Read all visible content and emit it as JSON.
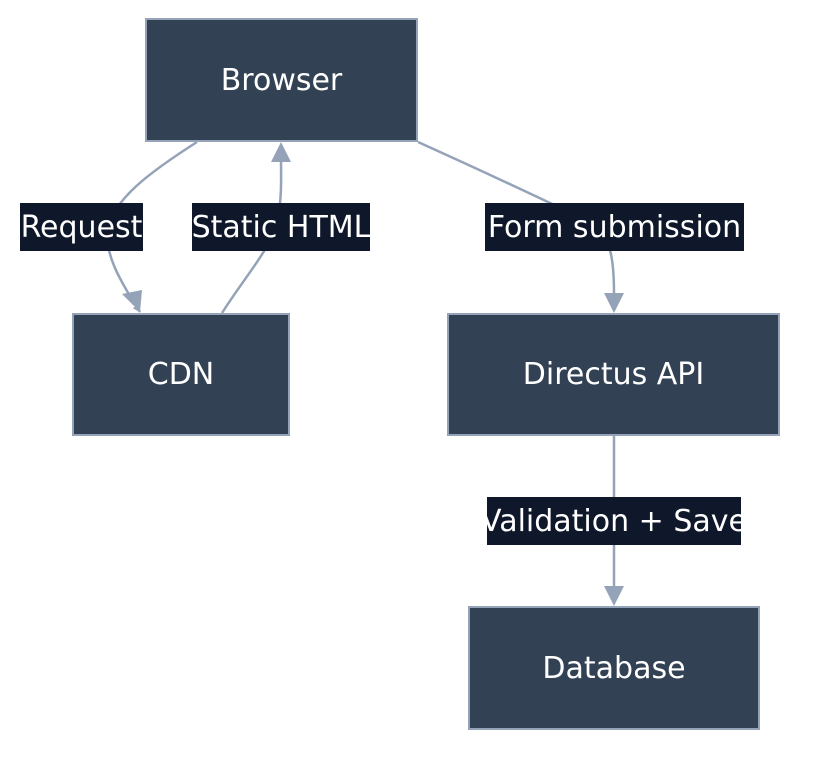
{
  "nodes": {
    "browser": "Browser",
    "cdn": "CDN",
    "directus_api": "Directus API",
    "database": "Database"
  },
  "edges": {
    "request": "Request",
    "static_html": "Static HTML",
    "form_submission": "Form submission",
    "validation_save": "Validation + Save"
  },
  "colors": {
    "node_fill": "#334155",
    "node_border": "#94a3b8",
    "edge_line": "#94a3b8",
    "label_bg": "#0f172a",
    "text": "#ffffff"
  }
}
